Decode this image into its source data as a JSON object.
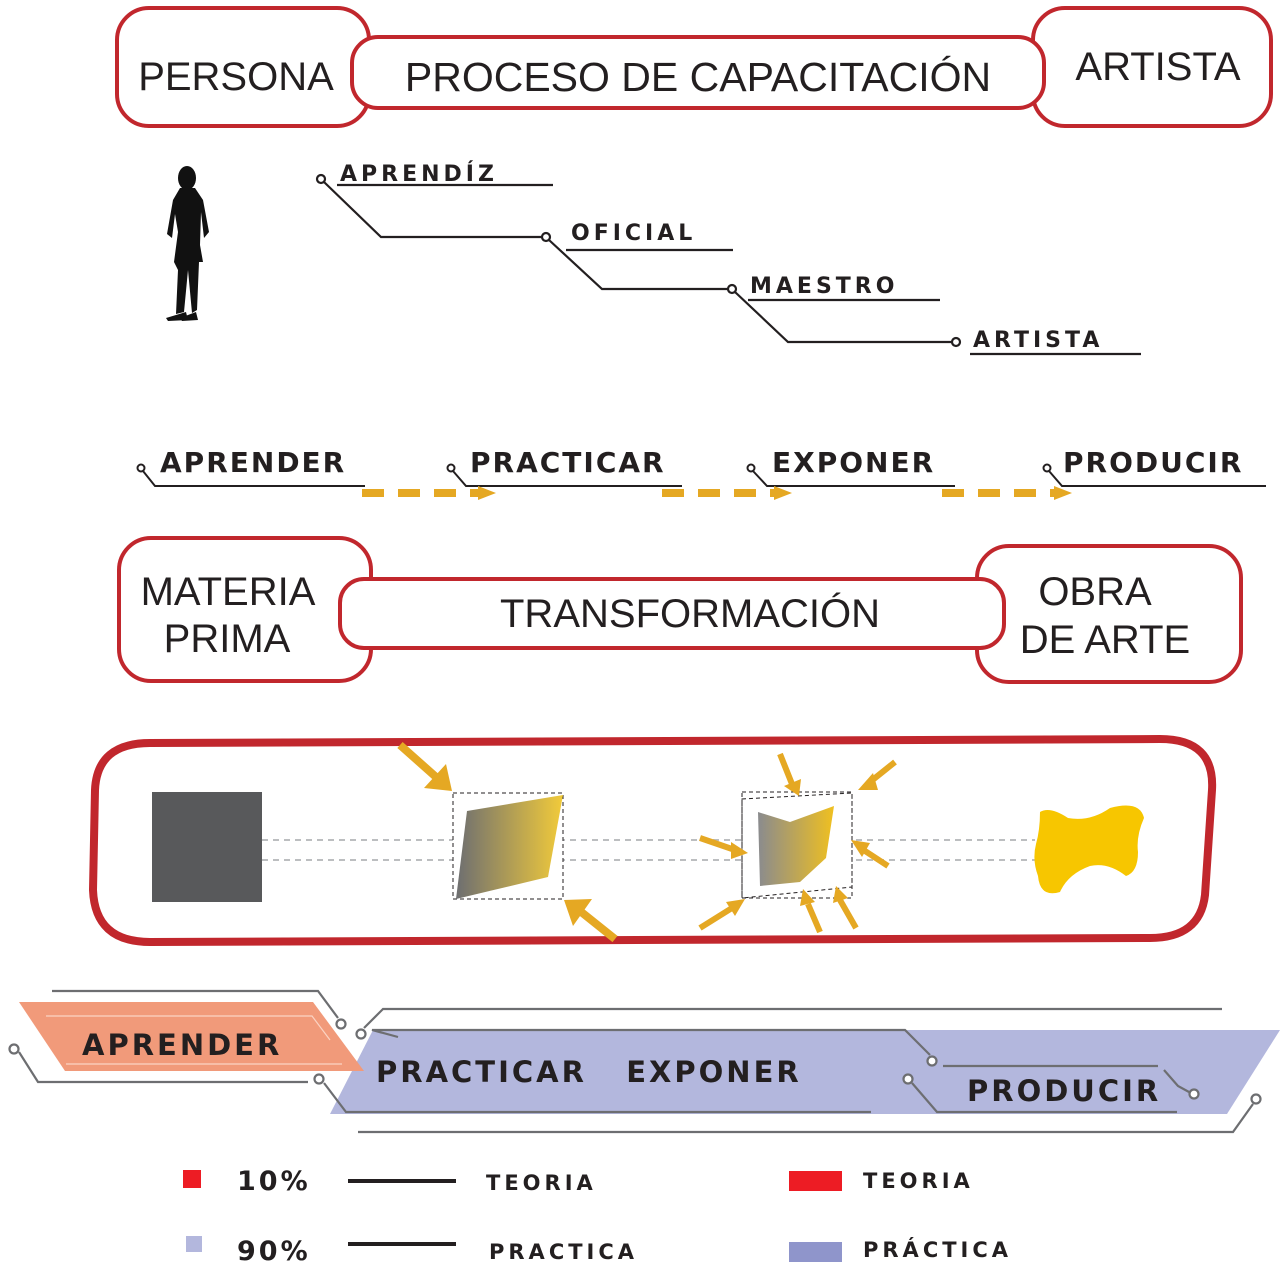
{
  "header": {
    "left_label": "PERSONA",
    "center_label": "PROCESO DE CAPACITACIÓN",
    "right_label": "ARTISTA"
  },
  "career_steps": [
    "APRENDÍZ",
    "OFICIAL",
    "MAESTRO",
    "ARTISTA"
  ],
  "process_steps": [
    "APRENDER",
    "PRACTICAR",
    "EXPONER",
    "PRODUCIR"
  ],
  "transformation": {
    "left_line1": "MATERIA",
    "left_line2": "PRIMA",
    "center_label": "TRANSFORMACIÓN",
    "right_line1": "OBRA",
    "right_line2": "DE ARTE"
  },
  "ratio_bar": {
    "learn_label": "APRENDER",
    "practice_label": "PRACTICAR   EXPONER",
    "produce_label": "PRODUCIR"
  },
  "legend": {
    "rows": [
      {
        "percent": "10%",
        "line_label": "TEORIA",
        "color_label": "TEORIA"
      },
      {
        "percent": "90%",
        "line_label": "PRACTICA",
        "color_label": "PRÁCTICA"
      }
    ]
  },
  "colors": {
    "frame_red": "#c1272d",
    "arrow_gold": "#e5a823",
    "shape_yellow": "#f7c600",
    "raw_gray": "#58595b",
    "learn_salmon": "#f19a7a",
    "practice_lavender": "#b3b7dd",
    "theory_red": "#ed1c24",
    "practice_swatch": "#8f95cb"
  }
}
